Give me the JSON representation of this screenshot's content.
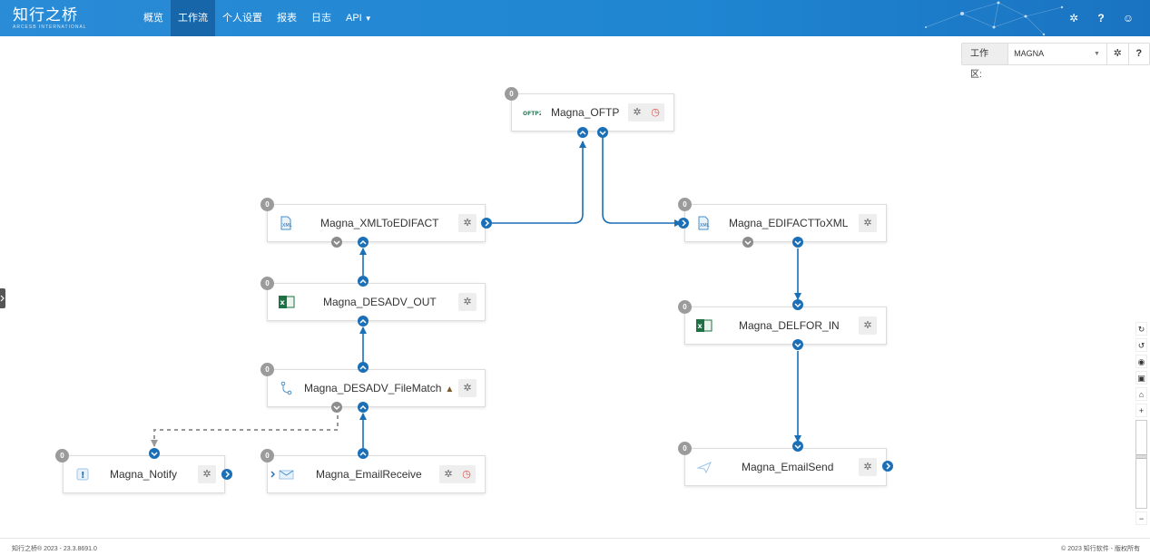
{
  "app": {
    "brand": "知行之桥",
    "brand_sub": "ARCESB INTERNATIONAL"
  },
  "nav": [
    {
      "label": "概览",
      "active": false
    },
    {
      "label": "工作流",
      "active": true
    },
    {
      "label": "个人设置",
      "active": false
    },
    {
      "label": "报表",
      "active": false
    },
    {
      "label": "日志",
      "active": false
    },
    {
      "label": "API",
      "active": false,
      "has_caret": true
    }
  ],
  "top_icons": [
    "gear-icon",
    "help-icon",
    "user-icon"
  ],
  "workspace": {
    "label": "工作区:",
    "selected": "MAGNA"
  },
  "nodes": [
    {
      "id": "oftp",
      "label": "Magna_OFTP",
      "icon": "oftp2-logo",
      "badge": "0",
      "buttons": [
        "gear",
        "clock"
      ]
    },
    {
      "id": "xml2edi",
      "label": "Magna_XMLToEDIFACT",
      "icon": "xml-file-icon",
      "badge": "0",
      "buttons": [
        "gear"
      ]
    },
    {
      "id": "edi2xml",
      "label": "Magna_EDIFACTToXML",
      "icon": "xml-file-icon",
      "badge": "0",
      "buttons": [
        "gear"
      ]
    },
    {
      "id": "desadv_out",
      "label": "Magna_DESADV_OUT",
      "icon": "excel-icon",
      "badge": "0",
      "buttons": [
        "gear"
      ]
    },
    {
      "id": "delfor_in",
      "label": "Magna_DELFOR_IN",
      "icon": "excel-icon",
      "badge": "0",
      "buttons": [
        "gear"
      ]
    },
    {
      "id": "filematch",
      "label": "Magna_DESADV_FileMatch",
      "icon": "branch-icon",
      "badge": "0",
      "buttons": [
        "gear"
      ],
      "warning": true
    },
    {
      "id": "notify",
      "label": "Magna_Notify",
      "icon": "alert-icon",
      "badge": "0",
      "buttons": [
        "gear"
      ]
    },
    {
      "id": "emailrecv",
      "label": "Magna_EmailReceive",
      "icon": "email-icon",
      "badge": "0",
      "buttons": [
        "gear",
        "clock"
      ]
    },
    {
      "id": "emailsend",
      "label": "Magna_EmailSend",
      "icon": "paper-plane-icon",
      "badge": "0",
      "buttons": [
        "gear"
      ]
    }
  ],
  "connections": [
    {
      "from": "xml2edi",
      "to": "oftp",
      "style": "solid"
    },
    {
      "from": "oftp",
      "to": "edi2xml",
      "style": "solid"
    },
    {
      "from": "desadv_out",
      "to": "xml2edi",
      "style": "solid"
    },
    {
      "from": "filematch",
      "to": "desadv_out",
      "style": "solid"
    },
    {
      "from": "emailrecv",
      "to": "filematch",
      "style": "solid"
    },
    {
      "from": "filematch",
      "to": "notify",
      "style": "dashed"
    },
    {
      "from": "edi2xml",
      "to": "delfor_in",
      "style": "solid"
    },
    {
      "from": "delfor_in",
      "to": "emailsend",
      "style": "solid"
    }
  ],
  "colors": {
    "header": "#2a8bd6",
    "nav_active": "#1766a9",
    "port": "#1a6fb7",
    "port_inactive": "#8c8c8c",
    "edge": "#1a6fb7",
    "edge_dashed": "#999999",
    "clock": "#d9534f"
  },
  "footer": {
    "left": "知行之桥® 2023 - 23.3.8691.0",
    "right": "© 2023 知行软件 - 版权所有"
  }
}
